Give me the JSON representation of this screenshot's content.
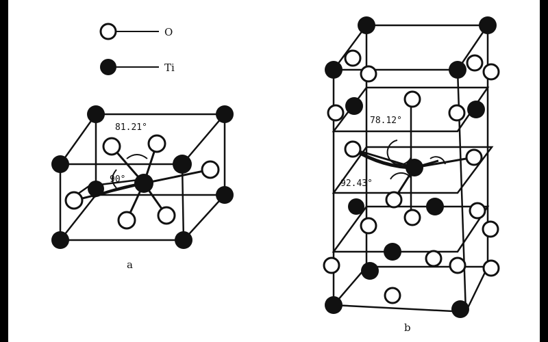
{
  "legend": {
    "oxygen_label": "O",
    "titanium_label": "Ti"
  },
  "figure_a": {
    "caption": "a",
    "angle_top": "81.21°",
    "angle_left": "90°"
  },
  "figure_b": {
    "caption": "b",
    "angle_top": "78.12°",
    "angle_left": "92.43°"
  },
  "colors": {
    "ti_atom": "#111111",
    "o_atom": "#ffffff",
    "line": "#111111"
  }
}
